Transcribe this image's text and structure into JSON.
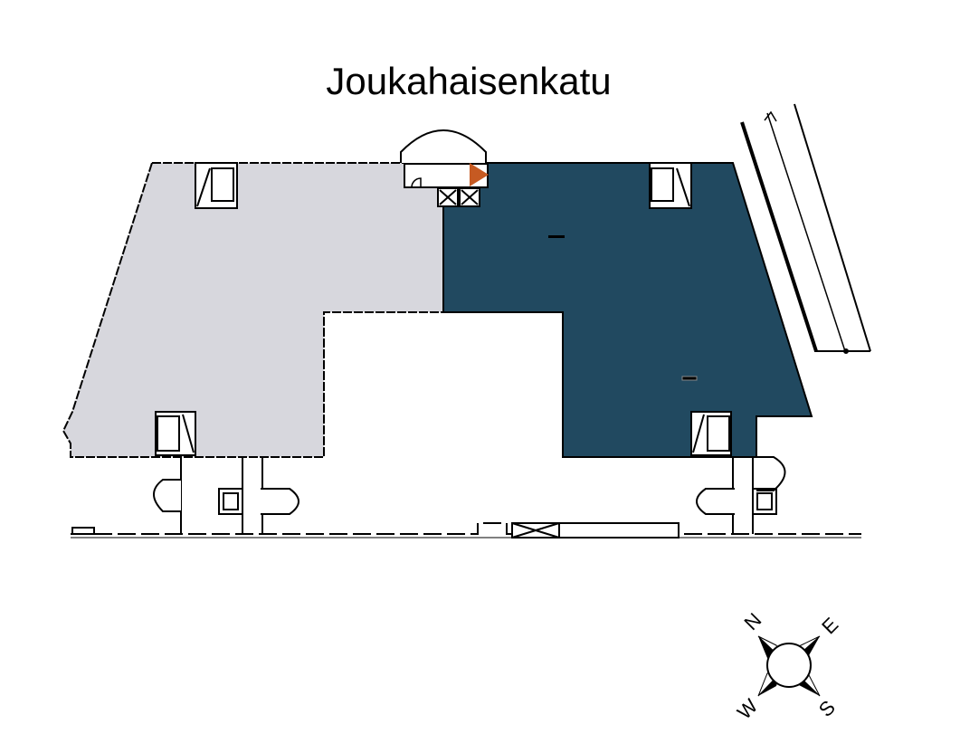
{
  "map": {
    "street_label": "Joukahaisenkatu",
    "colors": {
      "available_area": "#d7d7dd",
      "highlighted_area": "#214960",
      "entrance_marker": "#c65a22"
    },
    "compass": {
      "north": "N",
      "east": "E",
      "south": "S",
      "west": "W"
    }
  }
}
